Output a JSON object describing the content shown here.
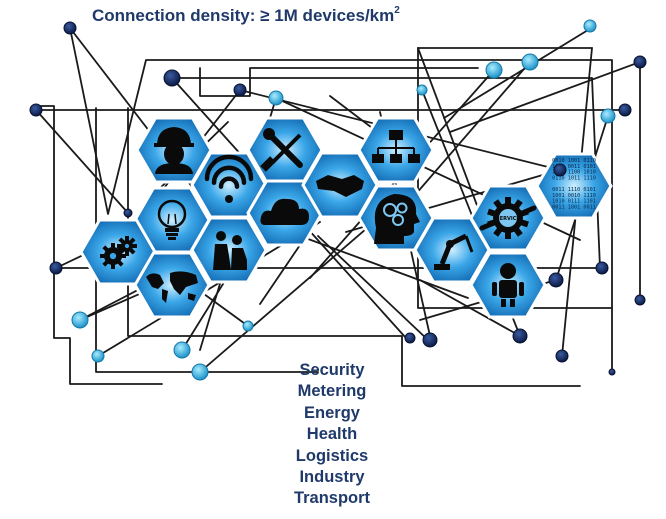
{
  "headline": {
    "label": "Connection density:",
    "symbol": "≥",
    "value": "1M devices/km",
    "exponent": "2"
  },
  "applications": [
    "Security",
    "Metering",
    "Energy",
    "Health",
    "Logistics",
    "Industry",
    "Transport"
  ],
  "hex_tiles": [
    {
      "id": "worker",
      "icon": "worker-helmet-icon",
      "text": ""
    },
    {
      "id": "tools",
      "icon": "wrench-screwdriver-icon",
      "text": ""
    },
    {
      "id": "hierarchy",
      "icon": "org-chart-icon",
      "text": ""
    },
    {
      "id": "wifi",
      "icon": "wifi-icon",
      "text": ""
    },
    {
      "id": "cloud",
      "icon": "cloud-icon",
      "text": ""
    },
    {
      "id": "handshake",
      "icon": "handshake-icon",
      "text": ""
    },
    {
      "id": "bulb",
      "icon": "lightbulb-icon",
      "text": ""
    },
    {
      "id": "brain",
      "icon": "head-gears-icon",
      "text": ""
    },
    {
      "id": "binary",
      "icon": "binary-code-icon",
      "text": "0010 1001 0110\n1101 0011 0101\n1001 1100 1010\n0110 1011 1110\n\n0011 1110 0101\n1001 0010 1110\n1010 0111 1101\n0011 1001 0011"
    },
    {
      "id": "gears",
      "icon": "gears-icon",
      "text": ""
    },
    {
      "id": "people",
      "icon": "people-sitting-icon",
      "text": ""
    },
    {
      "id": "robot-arm",
      "icon": "robot-arm-icon",
      "text": ""
    },
    {
      "id": "service",
      "icon": "service-gear-icon",
      "text": "SERVICE"
    },
    {
      "id": "map",
      "icon": "world-map-icon",
      "text": ""
    },
    {
      "id": "robot",
      "icon": "robot-icon",
      "text": ""
    }
  ],
  "colors": {
    "headline": "#1f3a6a",
    "hex_light": "#cfefff",
    "hex_mid": "#3aa6e8",
    "hex_dark": "#0a5ea8",
    "hex_outline": "#ffffff",
    "icon": "#0a0a0a",
    "line": "#1a1a1a",
    "node_dark": "#0d1d4d",
    "node_light": "#2aa8d8"
  }
}
